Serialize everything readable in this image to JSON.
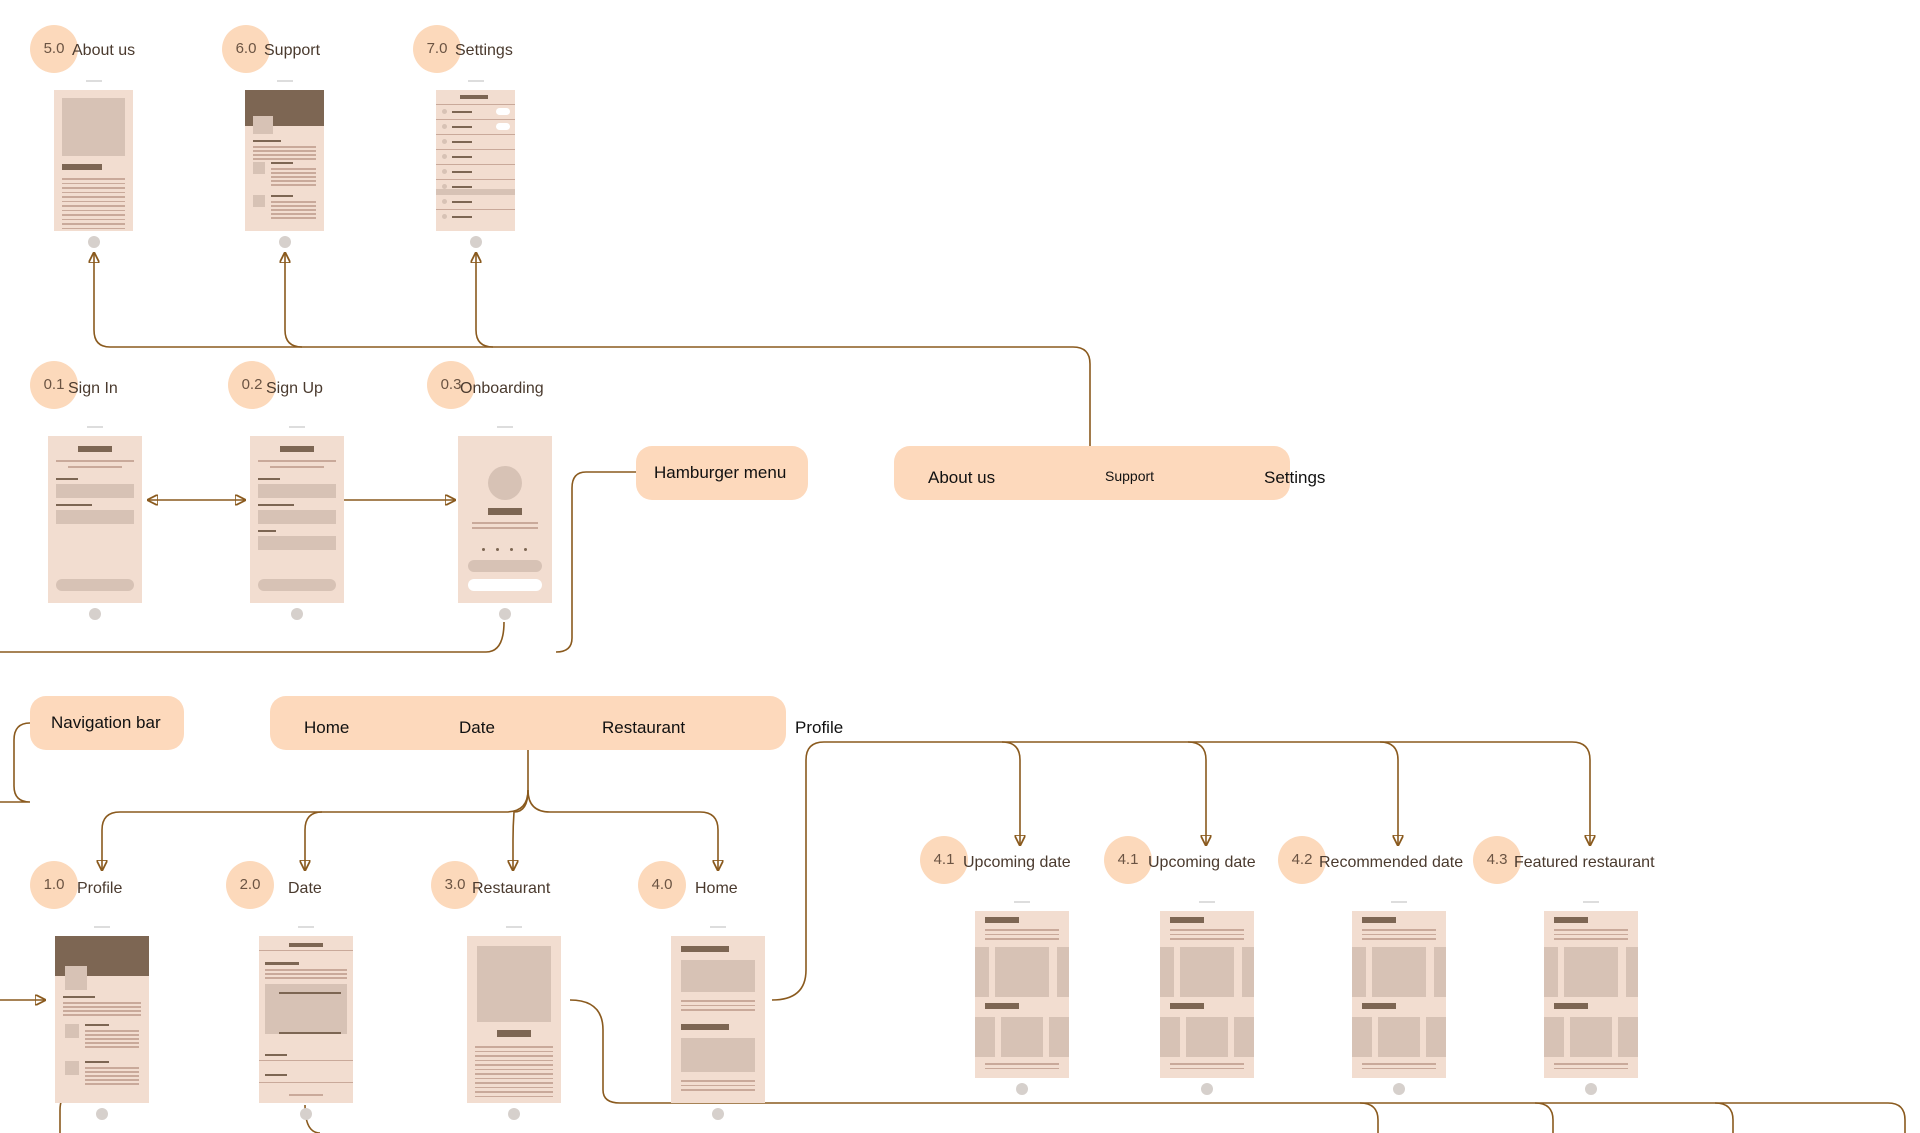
{
  "screens": [
    {
      "id": "about",
      "num": "5.0",
      "label": "About us"
    },
    {
      "id": "support",
      "num": "6.0",
      "label": "Support"
    },
    {
      "id": "settings",
      "num": "7.0",
      "label": "Settings"
    },
    {
      "id": "signin",
      "num": "0.1",
      "label": "Sign In"
    },
    {
      "id": "signup",
      "num": "0.2",
      "label": "Sign Up"
    },
    {
      "id": "onboarding",
      "num": "0.3",
      "label": "Onboarding"
    },
    {
      "id": "profile",
      "num": "1.0",
      "label": "Profile"
    },
    {
      "id": "date",
      "num": "2.0",
      "label": "Date"
    },
    {
      "id": "restaurant",
      "num": "3.0",
      "label": "Restaurant"
    },
    {
      "id": "home",
      "num": "4.0",
      "label": "Home"
    },
    {
      "id": "upcoming1",
      "num": "4.1",
      "label": "Upcoming date"
    },
    {
      "id": "upcoming2",
      "num": "4.1",
      "label": "Upcoming date"
    },
    {
      "id": "recommended",
      "num": "4.2",
      "label": "Recommended  date"
    },
    {
      "id": "featured",
      "num": "4.3",
      "label": "Featured restaurant"
    }
  ],
  "menus": {
    "hamburger": {
      "title": "Hamburger menu",
      "items": [
        "About us",
        "Support",
        "Settings"
      ]
    },
    "navbar": {
      "title": "Navigation bar",
      "items": [
        "Home",
        "Date",
        "Restaurant",
        "Profile"
      ]
    }
  },
  "colors": {
    "accent": "#fdd9bc",
    "screen": "#f2ddd0",
    "dark_block": "#7d6653",
    "light_block": "#d7c2b5",
    "connector": "#8a5a1e"
  }
}
